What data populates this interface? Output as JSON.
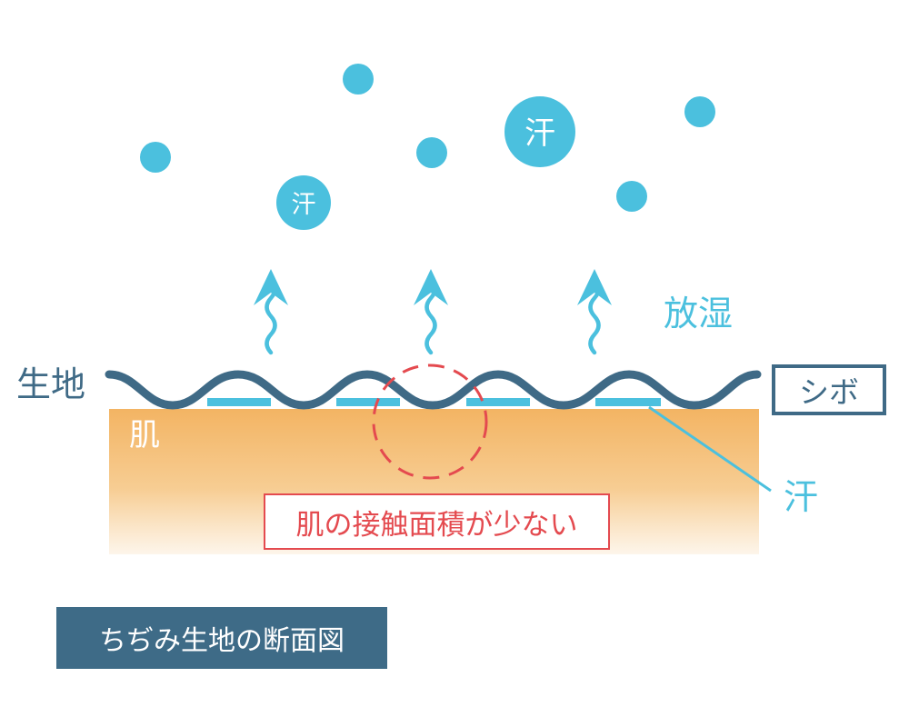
{
  "labels": {
    "fabric": "生地",
    "skin": "肌",
    "moisture_release": "放湿",
    "shibo": "シボ",
    "sweat": "汗",
    "contact_note": "肌の接触面積が少ない",
    "caption": "ちぢみ生地の断面図"
  },
  "droplets": {
    "large_label": "汗",
    "small_label": "汗"
  },
  "colors": {
    "fabric": "#3f6a86",
    "sweat": "#4bc0de",
    "skin_top": "#f3b463",
    "skin_bottom": "#fdf4e8",
    "highlight": "#e44a4f",
    "caption_bg": "#3e6b87"
  }
}
